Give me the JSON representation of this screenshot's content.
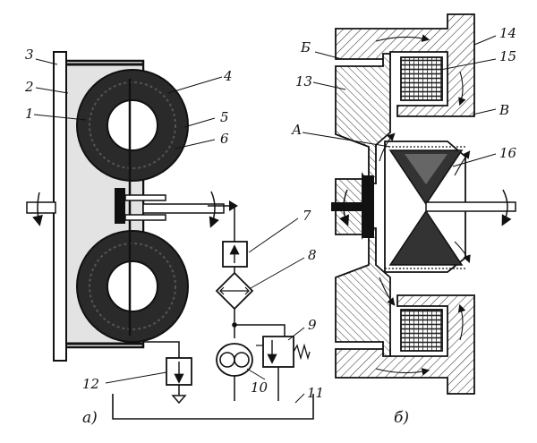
{
  "colors": {
    "ink": "#111111",
    "paper": "#ffffff",
    "fluid": "#e3e3e3",
    "wall": "#c9c9c9",
    "ring": "#2a2a2a"
  },
  "part_a": {
    "caption": "а)",
    "callouts": [
      "1",
      "2",
      "3",
      "4",
      "5",
      "6",
      "7",
      "8",
      "9",
      "10",
      "11",
      "12"
    ]
  },
  "part_b": {
    "caption": "б)",
    "callouts": [
      "13",
      "14",
      "15",
      "16"
    ],
    "zones": [
      "А",
      "Б",
      "В"
    ]
  }
}
